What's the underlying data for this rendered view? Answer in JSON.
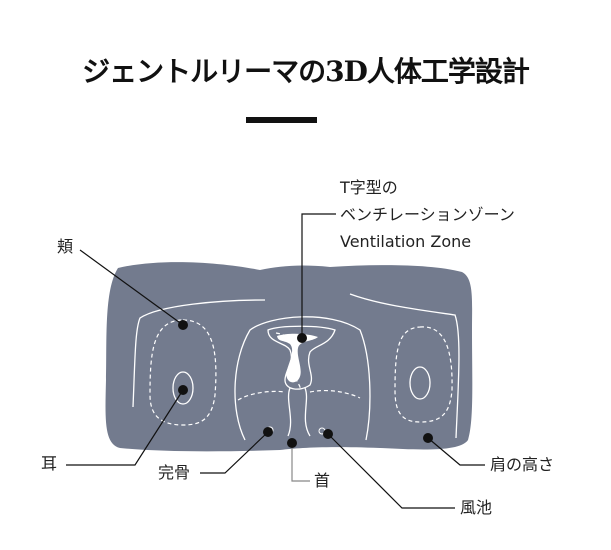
{
  "title": "ジェントルリーマの3D人体工学設計",
  "labels": {
    "cheek": "頬",
    "ventilation_line1": "T字型の",
    "ventilation_line2": "ベンチレーションゾーン",
    "ventilation_line3": "Ventilation Zone",
    "ear": "耳",
    "mastoid": "完骨",
    "neck": "首",
    "fuchi": "風池",
    "shoulder_height": "肩の高さ"
  },
  "colors": {
    "pillow": "#737b8e",
    "line": "#111111"
  }
}
